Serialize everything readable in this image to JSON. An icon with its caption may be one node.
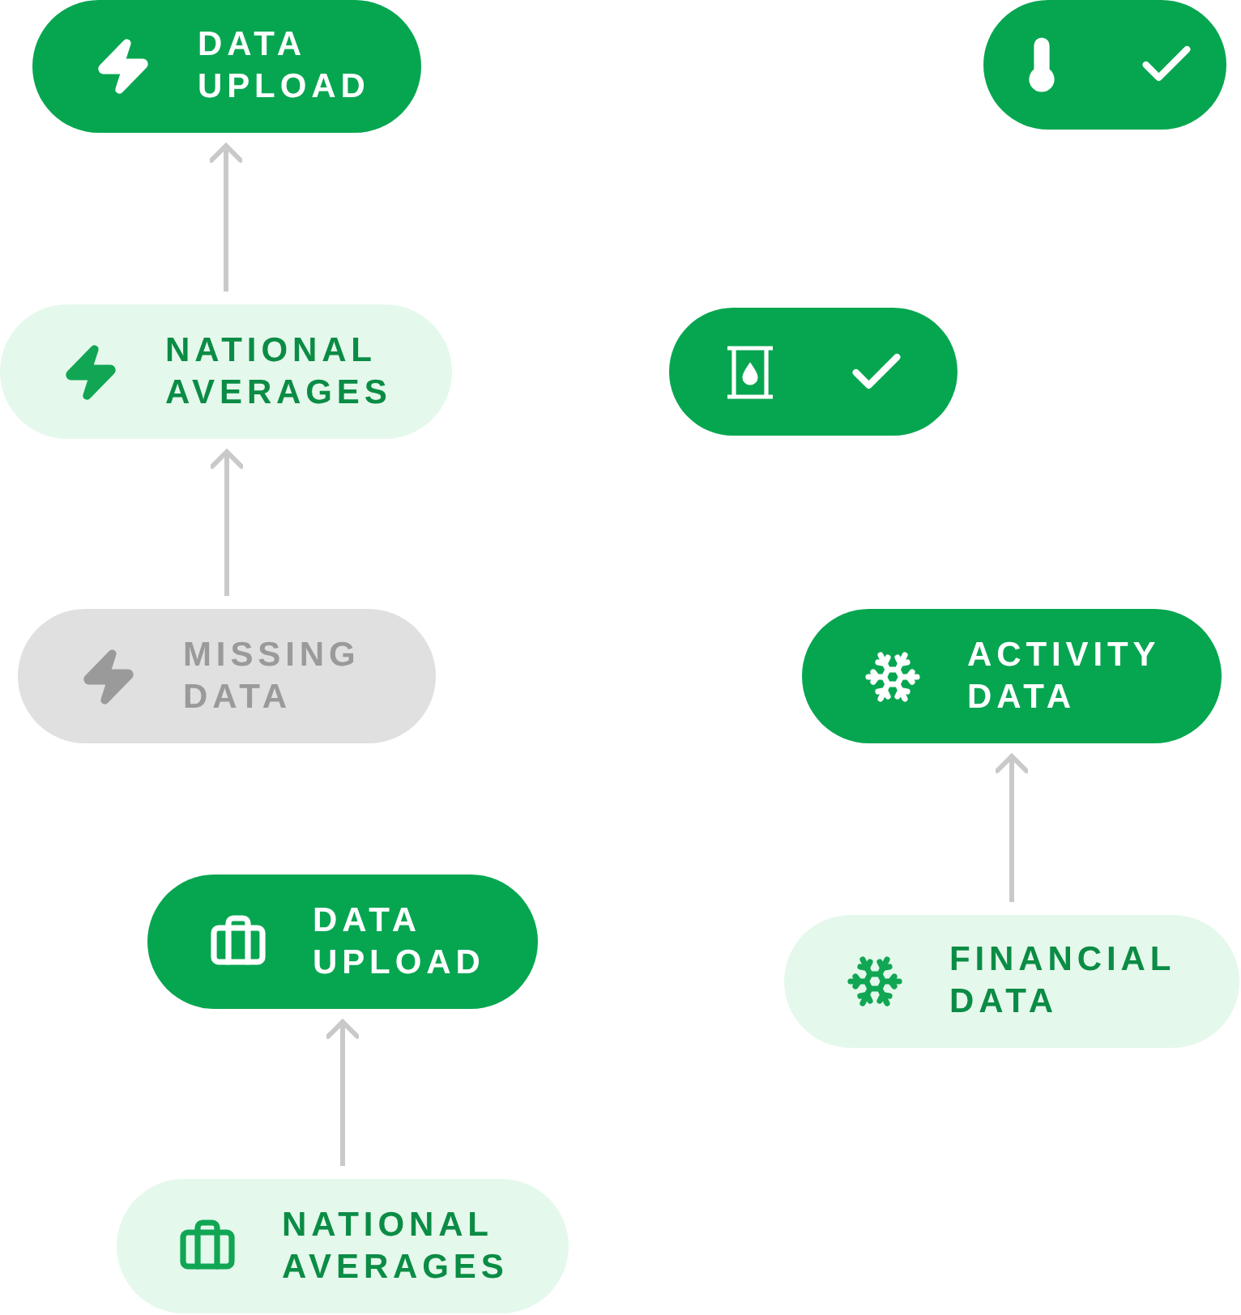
{
  "diagram": {
    "nodes": [
      {
        "text": [
          "DATA UPLOAD"
        ]
      },
      {
        "text": [],
        "shape": "box"
      },
      {
        "text": [
          "NATIONAL AVERAGES"
        ]
      },
      {
        "text": [],
        "shape": "box"
      },
      {
        "text": [
          "MISSING DATA"
        ]
      },
      {
        "text": [
          "ACTIVITY DATA"
        ]
      },
      {
        "text": [
          "DATA UPLOAD"
        ]
      },
      {
        "text": [
          "FINANCIAL DATA"
        ]
      },
      {
        "text": [
          "NATIONAL AVERAGES"
        ]
      }
    ],
    "edges": [
      {
        "from": 2,
        "to": 0,
        "arrow": "to"
      },
      {
        "from": 4,
        "to": 2,
        "arrow": "to"
      },
      {
        "from": 7,
        "to": 5,
        "arrow": "to"
      },
      {
        "from": 8,
        "to": 6,
        "arrow": "to"
      }
    ]
  }
}
